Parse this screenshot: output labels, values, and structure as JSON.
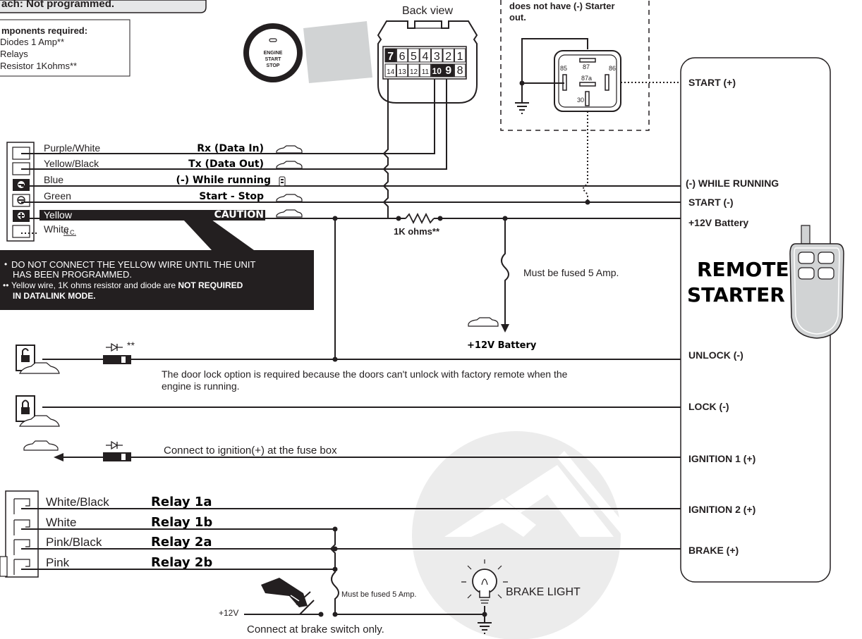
{
  "header": {
    "status_text": "ach: Not programmed.",
    "components_title": "mponents required:",
    "components": [
      "Diodes 1 Amp**",
      "Relays",
      "Resistor 1Kohms**"
    ]
  },
  "connector": {
    "back_view_label": "Back view",
    "top_pins": [
      "7",
      "6",
      "5",
      "4",
      "3",
      "2",
      "1"
    ],
    "bottom_pins": [
      "14",
      "13",
      "12",
      "11",
      "10",
      "9",
      "8"
    ]
  },
  "push_button": {
    "lines": [
      "ENGINE",
      "START",
      "STOP"
    ]
  },
  "relay_note": {
    "lines": [
      "does not have (-) Starter",
      "out."
    ],
    "pins": {
      "p87": "87",
      "p87a": "87a",
      "p85": "85",
      "p86": "86",
      "p30": "30"
    }
  },
  "harness_wires": [
    {
      "color": "Purple/White",
      "function": "Rx (Data In)"
    },
    {
      "color": "Yellow/Black",
      "function": "Tx (Data Out)"
    },
    {
      "color": "Blue",
      "function": "(-) While running"
    },
    {
      "color": "Green",
      "function": "Start - Stop"
    },
    {
      "color": "Yellow",
      "function": "CAUTION"
    },
    {
      "color": "White",
      "nc": "N.C."
    }
  ],
  "caution_box": {
    "line1": "DO NOT CONNECT THE YELLOW WIRE UNTIL THE UNIT",
    "line2": "HAS BEEN PROGRAMMED.",
    "line3_normal": "Yellow wire, 1K ohms resistor and diode are ",
    "line3_bold": "NOT REQUIRED",
    "line4": "IN DATALINK MODE."
  },
  "labels": {
    "resistor": "1K ohms**",
    "fuse_note": "Must be fused 5 Amp.",
    "battery": "+12V Battery",
    "diode_note": "**",
    "door_lock_note_1": "The door lock option is required because the doors can't unlock with factory remote when the",
    "door_lock_note_2": "engine is running.",
    "ignition_note": "Connect to ignition(+) at the fuse box",
    "brake_fuse_note": "Must be fused 5 Amp.",
    "brake_light": "BRAKE LIGHT",
    "plus12v": "+12V",
    "brake_switch_note": "Connect at brake switch only."
  },
  "remote_starter": {
    "title_line1": "REMOTE",
    "title_line2": "STARTER",
    "terminals": [
      "START  (+)",
      "(-) WHILE RUNNING",
      "START (-)",
      "+12V Battery",
      "UNLOCK (-)",
      "LOCK (-)",
      "IGNITION 1 (+)",
      "IGNITION 2 (+)",
      "BRAKE (+)"
    ]
  },
  "relay_wires": [
    {
      "color": "White/Black",
      "relay": "Relay 1a"
    },
    {
      "color": "White",
      "relay": "Relay 1b"
    },
    {
      "color": "Pink/Black",
      "relay": "Relay 2a"
    },
    {
      "color": "Pink",
      "relay": "Relay 2b"
    }
  ]
}
